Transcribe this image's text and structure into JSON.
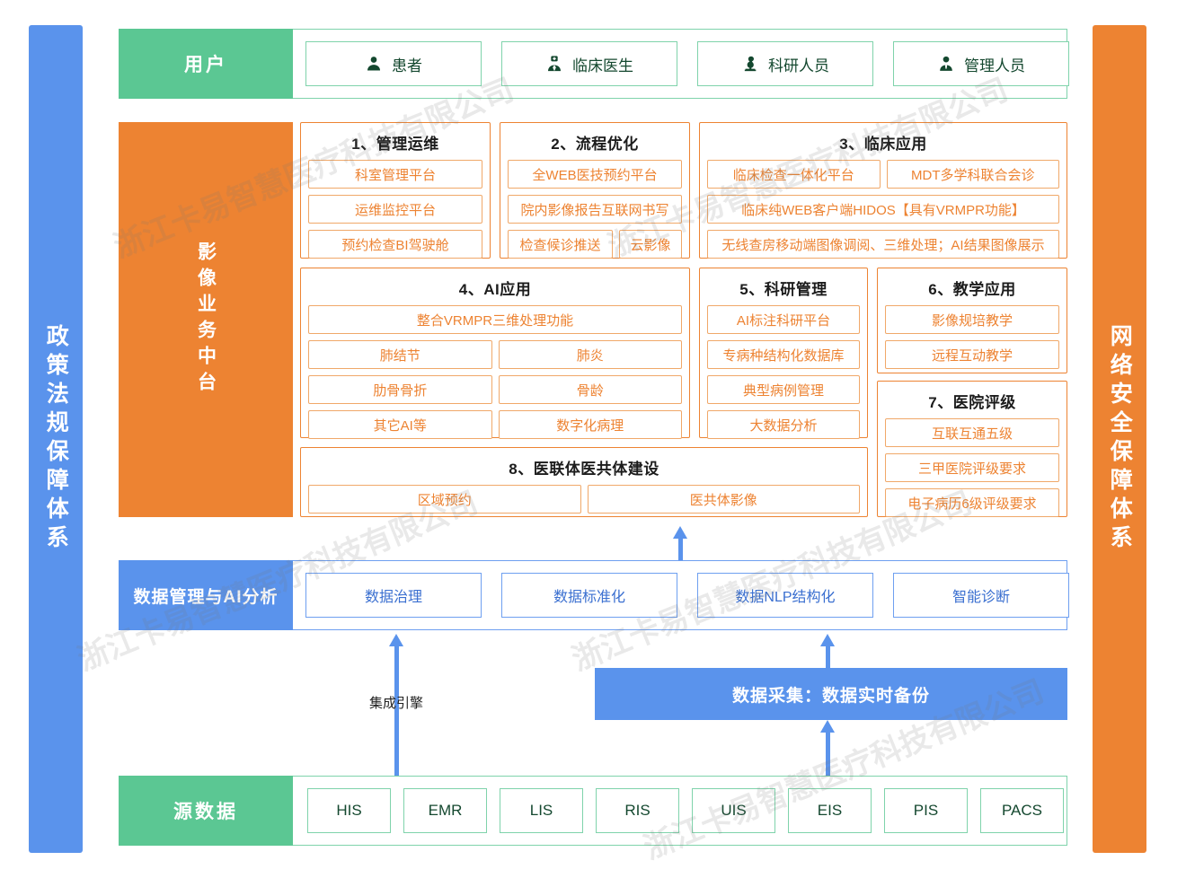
{
  "bands": {
    "left": {
      "label": "政策法规保障体系",
      "color": "#5A93EC"
    },
    "right": {
      "label": "网络安全保障体系",
      "color": "#ED8332"
    }
  },
  "user_row": {
    "label": "用户",
    "color": "#5BC793",
    "items": [
      {
        "label": "患者",
        "icon": "person-icon"
      },
      {
        "label": "临床医生",
        "icon": "doctor-icon"
      },
      {
        "label": "科研人员",
        "icon": "microscope-icon"
      },
      {
        "label": "管理人员",
        "icon": "manager-icon"
      }
    ]
  },
  "middle": {
    "label": "影像业务中台",
    "color": "#ED8332",
    "sections": [
      {
        "title": "1、管理运维",
        "rows": [
          [
            "科室管理平台"
          ],
          [
            "运维监控平台"
          ],
          [
            "预约检查BI驾驶舱"
          ]
        ]
      },
      {
        "title": "2、流程优化",
        "rows": [
          [
            "全WEB医技预约平台"
          ],
          [
            "院内影像报告互联网书写"
          ],
          [
            "检查候诊推送",
            "云影像"
          ]
        ]
      },
      {
        "title": "3、临床应用",
        "rows": [
          [
            "临床检查一体化平台",
            "MDT多学科联合会诊"
          ],
          [
            "临床纯WEB客户端HIDOS【具有VRMPR功能】"
          ],
          [
            "无线查房移动端图像调阅、三维处理；AI结果图像展示"
          ]
        ]
      },
      {
        "title": "4、AI应用",
        "rows": [
          [
            "整合VRMPR三维处理功能"
          ],
          [
            "肺结节",
            "肺炎"
          ],
          [
            "肋骨骨折",
            "骨龄"
          ],
          [
            "其它AI等",
            "数字化病理"
          ]
        ]
      },
      {
        "title": "5、科研管理",
        "rows": [
          [
            "AI标注科研平台"
          ],
          [
            "专病种结构化数据库"
          ],
          [
            "典型病例管理"
          ],
          [
            "大数据分析"
          ]
        ]
      },
      {
        "title": "6、教学应用",
        "rows": [
          [
            "影像规培教学"
          ],
          [
            "远程互动教学"
          ]
        ]
      },
      {
        "title": "7、医院评级",
        "rows": [
          [
            "互联互通五级"
          ],
          [
            "三甲医院评级要求"
          ],
          [
            "电子病历6级评级要求"
          ]
        ]
      },
      {
        "title": "8、医联体医共体建设",
        "rows": [
          [
            "区域预约",
            "医共体影像"
          ]
        ]
      }
    ]
  },
  "data_row": {
    "label": "数据管理与AI分析",
    "color": "#5A93EC",
    "items": [
      "数据治理",
      "数据标准化",
      "数据NLP结构化",
      "智能诊断"
    ]
  },
  "connectors": {
    "integration_label": "集成引擎",
    "collection_bar": "数据采集：数据实时备份",
    "arrow_color": "#5A93EC"
  },
  "source_row": {
    "label": "源数据",
    "color": "#5BC793",
    "items": [
      "HIS",
      "EMR",
      "LIS",
      "RIS",
      "UIS",
      "EIS",
      "PIS",
      "PACS"
    ]
  },
  "watermark": {
    "text": "浙江卡易智慧医疗科技有限公司"
  }
}
